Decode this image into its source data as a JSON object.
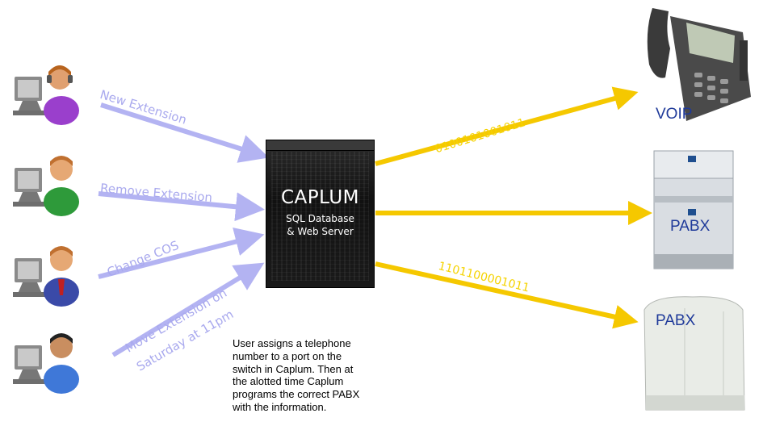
{
  "server": {
    "title": "CAPLUM",
    "subtitle_line1": "SQL Database",
    "subtitle_line2": "& Web Server"
  },
  "user_actions": [
    {
      "label": "New Extension"
    },
    {
      "label": "Remove Extension"
    },
    {
      "label": "Change COS"
    },
    {
      "label_line1": "Move Extension  on",
      "label_line2": "Saturday at 11pm"
    }
  ],
  "outputs": [
    {
      "device": "VOIP",
      "binary": "0100101001011"
    },
    {
      "device": "PABX",
      "binary": ""
    },
    {
      "device": "PABX",
      "binary": "1101100001011"
    }
  ],
  "note": {
    "line1": "User assigns a telephone",
    "line2": "number to a port on the",
    "line3": "switch in Caplum. Then at",
    "line4": "the alotted time Caplum",
    "line5": "programs the correct PABX",
    "line6": "with the information."
  },
  "colors": {
    "user_arrow": "#b3b3f2",
    "output_arrow": "#f5c800",
    "device_label": "#1f3a9a"
  }
}
